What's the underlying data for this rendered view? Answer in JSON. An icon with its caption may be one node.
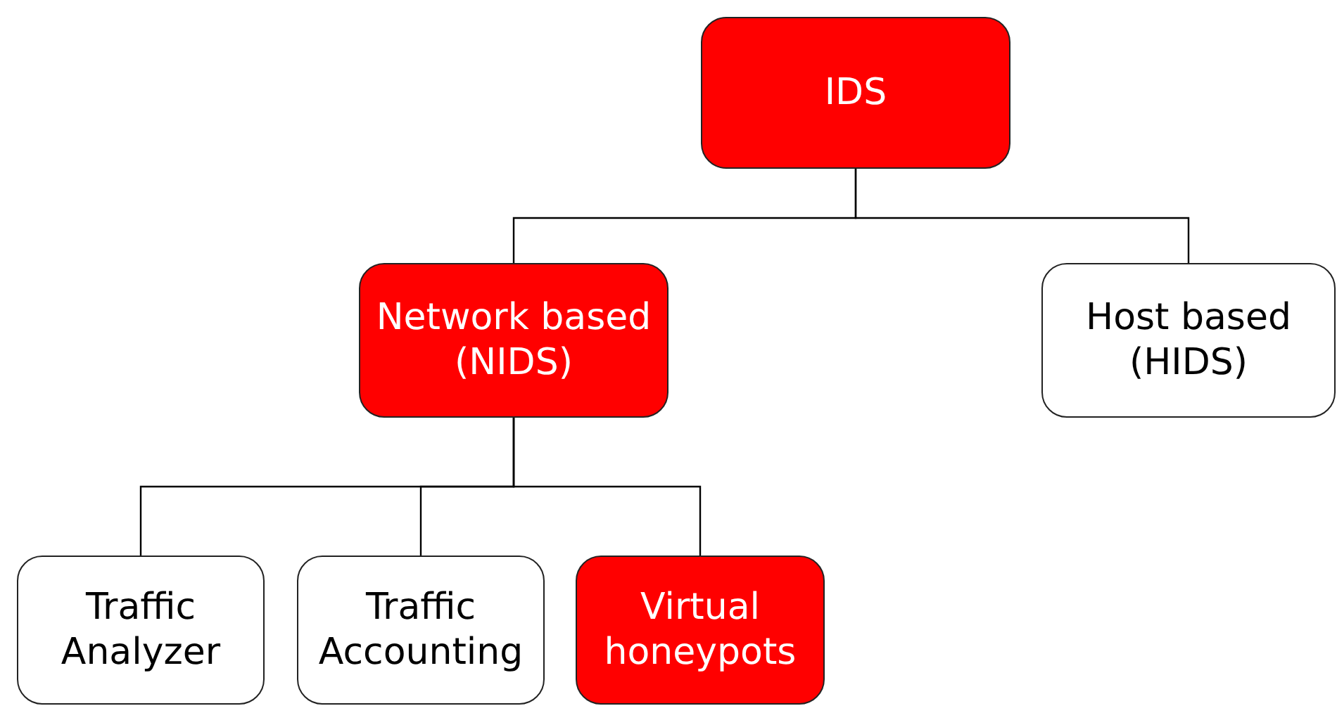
{
  "diagram": {
    "nodes": [
      {
        "text": [
          "IDS"
        ]
      },
      {
        "text": [
          "Network based (NIDS)"
        ]
      },
      {
        "text": [
          "Host based (HIDS)"
        ]
      },
      {
        "text": [
          "Traffic Analyzer"
        ]
      },
      {
        "text": [
          "Traffic Accounting"
        ]
      },
      {
        "text": [
          "Virtual honeypots"
        ]
      }
    ],
    "edges": [
      {
        "from": 0,
        "to": 1,
        "arrow": "none"
      },
      {
        "from": 0,
        "to": 2,
        "arrow": "none"
      },
      {
        "from": 1,
        "to": 3,
        "arrow": "none"
      },
      {
        "from": 1,
        "to": 4,
        "arrow": "none"
      },
      {
        "from": 1,
        "to": 5,
        "arrow": "none"
      }
    ]
  }
}
